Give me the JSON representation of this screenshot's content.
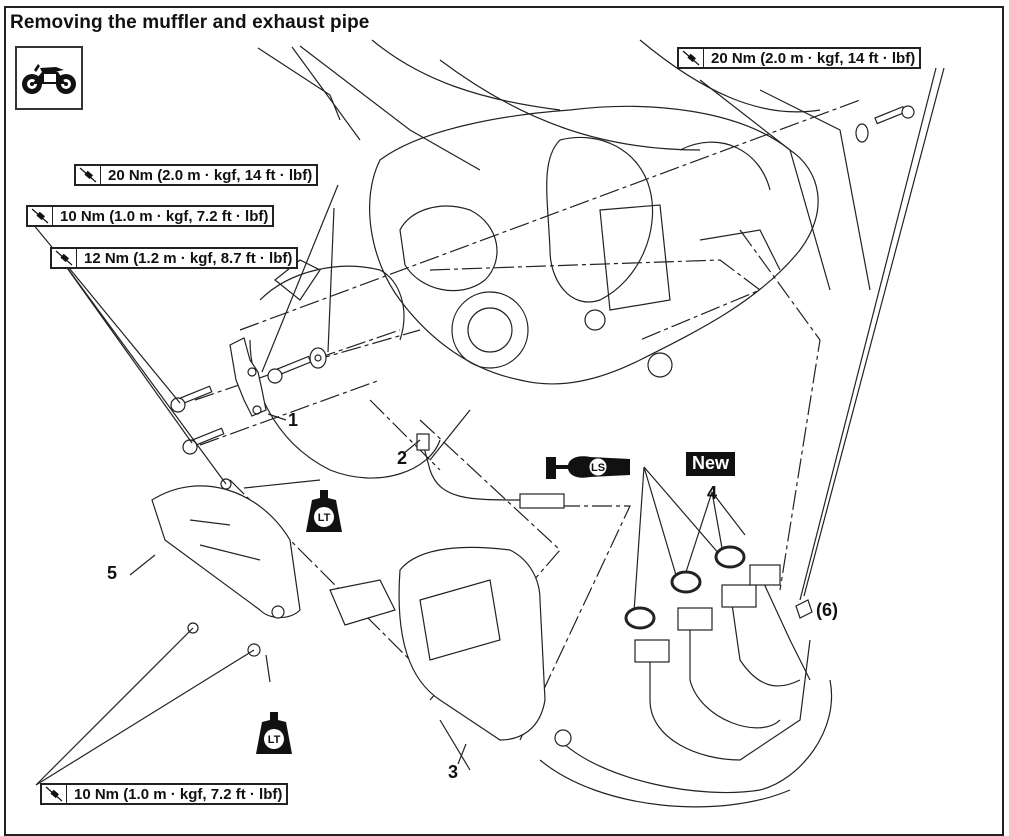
{
  "page": {
    "title": "Removing the muffler and exhaust pipe",
    "mode_icon": "motorcycle-icon"
  },
  "torque_specs": [
    {
      "id": "top-right",
      "icon": "torque-wrench-icon",
      "text": "20 Nm (2.0 m · kgf, 14 ft · lbf)"
    },
    {
      "id": "left-1",
      "icon": "torque-wrench-icon",
      "text": "20 Nm (2.0 m · kgf, 14 ft · lbf)"
    },
    {
      "id": "left-2",
      "icon": "torque-wrench-icon",
      "text": "10 Nm (1.0 m · kgf, 7.2 ft · lbf)"
    },
    {
      "id": "left-3",
      "icon": "torque-wrench-icon",
      "text": "12 Nm (1.2 m · kgf, 8.7 ft · lbf)"
    },
    {
      "id": "bottom-left",
      "icon": "torque-wrench-icon",
      "text": "10 Nm (1.0 m · kgf, 7.2 ft · lbf)"
    }
  ],
  "callouts": {
    "c1": "1",
    "c2": "2",
    "c3": "3",
    "c4": "4",
    "c5": "5",
    "c6": "(6)"
  },
  "symbols": {
    "new_badge": "New",
    "locktite_label": "LT",
    "lithium_soap_label": "LS"
  }
}
